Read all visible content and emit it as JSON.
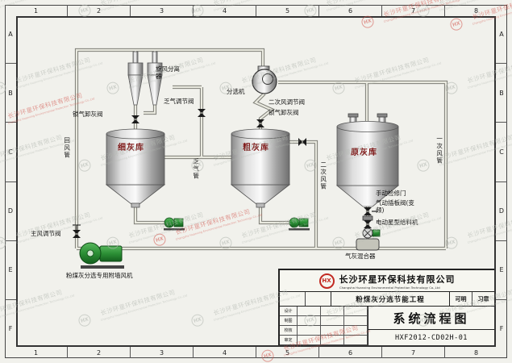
{
  "border": {
    "cols": [
      "1",
      "2",
      "3",
      "4",
      "5",
      "6",
      "7",
      "8"
    ],
    "rows": [
      "A",
      "B",
      "C",
      "D",
      "E",
      "F"
    ]
  },
  "watermark": {
    "logo": "HX",
    "cn": "长沙环星环保科技有限公司",
    "en": "Changsha Huanxing Environmental Protection Technology Co.,Ltd"
  },
  "labels": {
    "cyclone": "旋风分离器",
    "sorter": "分选机",
    "lock_valve_1": "锁气卸灰阀",
    "exhaust_valve": "乏气调节阀",
    "secondary_valve": "二次风调节阀",
    "lock_valve_2": "锁气卸灰阀",
    "return_duct": "回风管",
    "fine_silo": "细灰库",
    "coarse_silo": "粗灰库",
    "raw_silo": "原灰库",
    "exhaust_duct": "乏气管",
    "secondary_duct": "二次风管",
    "primary_duct": "一次风管",
    "main_valve": "主风调节阀",
    "manual_door": "手动检修门",
    "pneumatic_valve": "气动插板阀(变频)",
    "rotary_feeder": "电动星型给料机",
    "ash_mixer": "气灰混合器",
    "fan": "粉煤灰分选专用附墙风机"
  },
  "title_block": {
    "logo": "HX",
    "company_cn": "长沙环星环保科技有限公司",
    "company_en": "Changsha Huanxing Environmental Protection Technology Co.,Ltd",
    "project": "粉煤灰分选节能工程",
    "drawing_title": "系统流程图",
    "drawing_no": "HXF2012-CD02H-01",
    "stage_a": "可明",
    "stage_b": "习章",
    "sign_rows": [
      "设计",
      "制图",
      "校核",
      "审定"
    ]
  }
}
